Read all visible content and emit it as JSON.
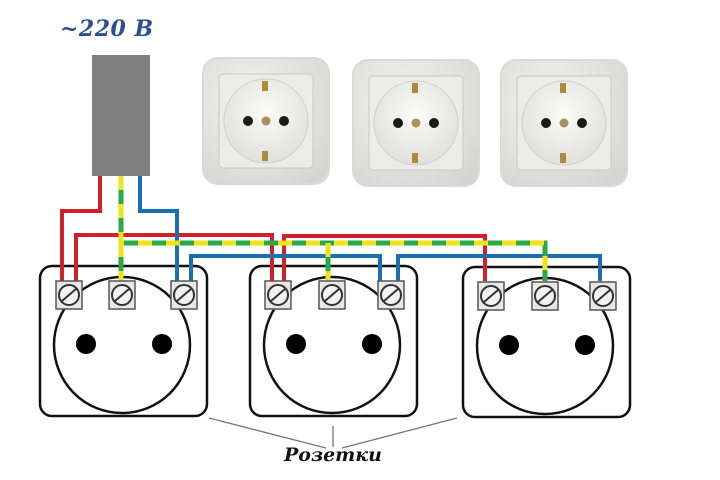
{
  "diagram": {
    "title": "~220 В",
    "caption": "Розетки",
    "junction_box": {
      "label": "junction-box",
      "color": "#808080"
    },
    "wire_colors": {
      "phase": "#d0202a",
      "neutral": "#1a6fb0",
      "ground_green": "#2aa84a",
      "ground_yellow": "#f2e21a"
    },
    "photo_sockets": [
      {
        "name": "socket-photo-1"
      },
      {
        "name": "socket-photo-2"
      },
      {
        "name": "socket-photo-3"
      }
    ],
    "schematic_sockets": [
      {
        "name": "socket-1",
        "terminals": [
          "phase",
          "ground",
          "neutral"
        ]
      },
      {
        "name": "socket-2",
        "terminals": [
          "phase",
          "ground",
          "neutral"
        ]
      },
      {
        "name": "socket-3",
        "terminals": [
          "phase",
          "ground",
          "neutral"
        ]
      }
    ]
  }
}
